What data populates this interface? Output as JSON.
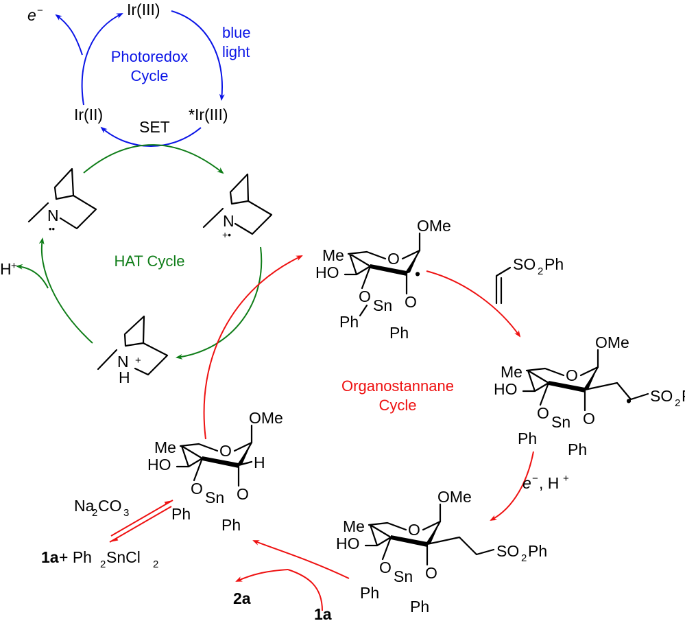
{
  "figure": {
    "type": "reaction-mechanism",
    "colors": {
      "photoredox": "#0a14e6",
      "hat": "#0f7d18",
      "organostannane": "#ee1111",
      "structure": "#000000"
    }
  },
  "photoredox_cycle": {
    "title_line1": "Photoredox",
    "title_line2": "Cycle",
    "species": {
      "top": "Ir(III)",
      "left": "Ir(II)",
      "right": "*Ir(III)"
    },
    "inputs": {
      "light_line1": "blue",
      "light_line2": "light"
    },
    "outputs": {
      "electron": "e",
      "electron_charge": "−"
    },
    "step_label": "SET"
  },
  "hat_cycle": {
    "title": "HAT Cycle",
    "species": {
      "quinuclidine": {
        "atom": "N",
        "mark": "••"
      },
      "radical_cation": {
        "atom": "N",
        "mark": "+•"
      },
      "quinuclidinium": {
        "atom": "N",
        "charge": "+",
        "h": "H"
      }
    },
    "outputs": {
      "proton": "H",
      "proton_charge": "+"
    }
  },
  "organostannane_cycle": {
    "title_line1": "Organostannane",
    "title_line2": "Cycle",
    "common_labels": {
      "ome": "OMe",
      "me": "Me",
      "ho": "HO",
      "o": "O",
      "sn": "Sn",
      "ph": "Ph",
      "h": "H",
      "radical": "•"
    },
    "reagent_vinyl_sulfone": {
      "text": "SO",
      "sub": "2",
      "suffix": "Ph"
    },
    "product_sulfone": {
      "text": "SO",
      "sub": "2",
      "suffix": "Ph"
    },
    "reduction_step": {
      "electron": "e",
      "electron_charge": "−",
      "sep": ", H",
      "proton_charge": "+"
    },
    "release": {
      "product": "2a",
      "input": "1a"
    },
    "equilibrium": {
      "base": "Na",
      "base_sub1": "2",
      "base_mid": "CO",
      "base_sub2": "3",
      "reactants_bold": "1a",
      "reactants_plus": " + Ph",
      "reactants_sub1": "2",
      "reactants_mid": "SnCl",
      "reactants_sub2": "2"
    }
  }
}
